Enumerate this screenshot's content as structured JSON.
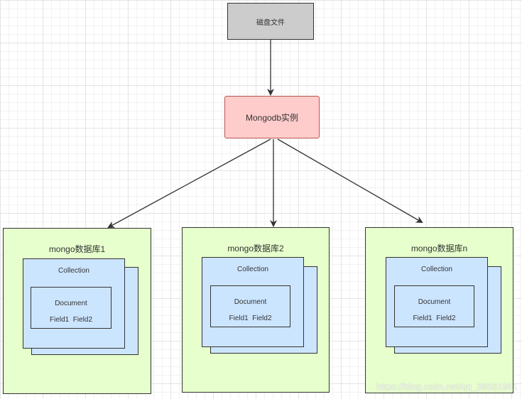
{
  "nodes": {
    "disk": {
      "label": "磁盘文件"
    },
    "instance": {
      "label": "Mongodb实例"
    }
  },
  "databases": [
    {
      "title": "mongo数据库1",
      "collection": "Collection",
      "document": "Document",
      "fields": "Field1  Field2"
    },
    {
      "title": "mongo数据库2",
      "collection": "Collection",
      "document": "Document",
      "fields": "Field1  Field2"
    },
    {
      "title": "mongo数据库n",
      "collection": "Collection",
      "document": "Document",
      "fields": "Field1  Field2"
    }
  ],
  "watermark": "https://blog.csdn.net/qq_36581961",
  "colors": {
    "disk_fill": "#cccccc",
    "instance_fill": "#ffcccc",
    "database_fill": "#e6ffcc",
    "collection_fill": "#cce5ff",
    "stroke": "#333333"
  }
}
